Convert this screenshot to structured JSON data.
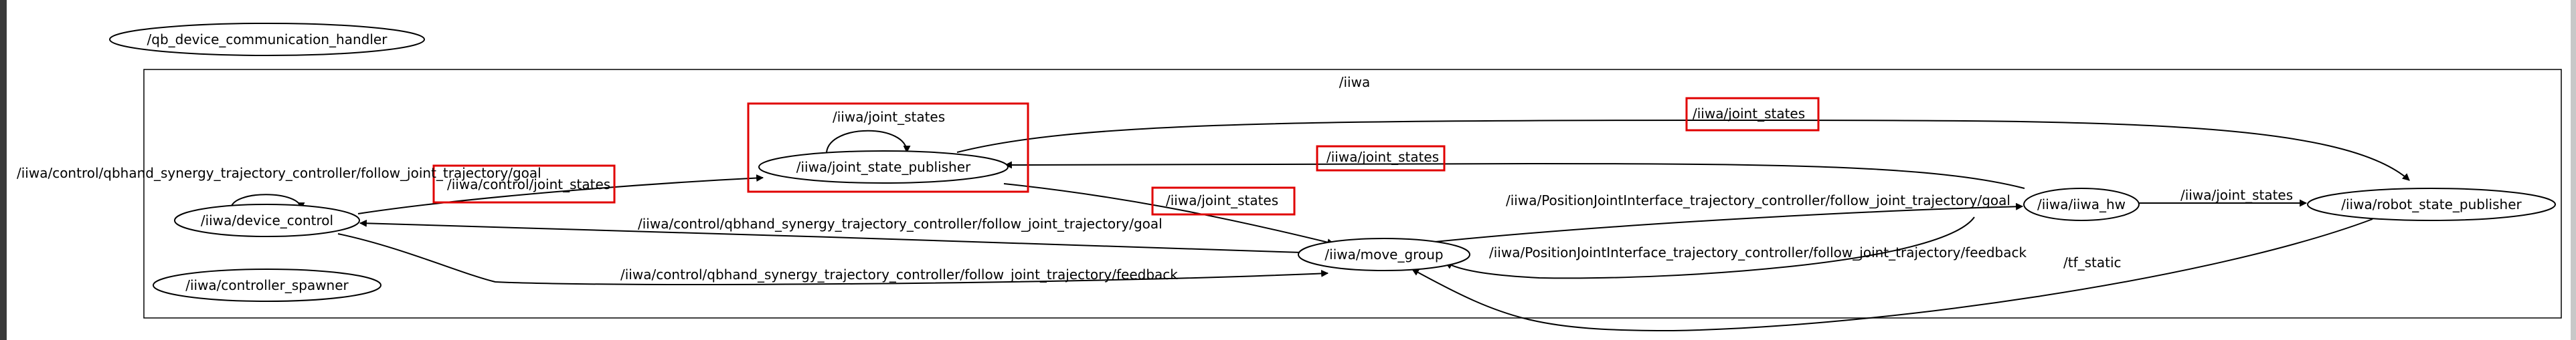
{
  "graph": {
    "cluster_label": "/iiwa",
    "nodes": {
      "qb_device": "/qb_device_communication_handler",
      "device_control": "/iiwa/device_control",
      "controller_spawner": "/iiwa/controller_spawner",
      "joint_state_publisher": "/iiwa/joint_state_publisher",
      "move_group": "/iiwa/move_group",
      "iiwa_hw": "/iiwa/iiwa_hw",
      "robot_state_publisher": "/iiwa/robot_state_publisher"
    },
    "edge_labels": {
      "qbhand_goal_top": "/iiwa/control/qbhand_synergy_trajectory_controller/follow_joint_trajectory/goal",
      "dc_joint_states": "/iiwa/control/joint_states",
      "jsp_self_joint_states": "/iiwa/joint_states",
      "top_joint_states": "/iiwa/joint_states",
      "hw_to_jsp_joint_states": "/iiwa/joint_states",
      "jsp_to_mg_joint_states": "/iiwa/joint_states",
      "qbhand_goal_mid": "/iiwa/control/qbhand_synergy_trajectory_controller/follow_joint_trajectory/goal",
      "qbhand_feedback": "/iiwa/control/qbhand_synergy_trajectory_controller/follow_joint_trajectory/feedback",
      "pji_goal": "/iiwa/PositionJointInterface_trajectory_controller/follow_joint_trajectory/goal",
      "pji_feedback": "/iiwa/PositionJointInterface_trajectory_controller/follow_joint_trajectory/feedback",
      "hw_to_rsp_joint_states": "/iiwa/joint_states",
      "tf_static": "/tf_static"
    },
    "highlighted_topics": [
      "/iiwa/control/joint_states",
      "/iiwa/joint_states"
    ],
    "colors": {
      "line": "#000000",
      "highlight": "#e00000",
      "background": "#ffffff"
    }
  }
}
